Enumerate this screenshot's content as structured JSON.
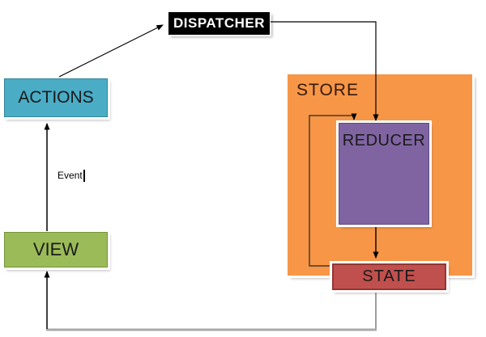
{
  "diagram": {
    "nodes": {
      "dispatcher": {
        "label": "DISPATCHER",
        "fill": "#000000",
        "text_color": "#ffffff"
      },
      "actions": {
        "label": "ACTIONS",
        "fill": "#4bacc6"
      },
      "store": {
        "label": "STORE",
        "fill": "#f79646"
      },
      "reducer": {
        "label": "REDUCER",
        "fill": "#8064a2"
      },
      "state": {
        "label": "STATE",
        "fill": "#c0504d"
      },
      "view": {
        "label": "VIEW",
        "fill": "#9bbb59"
      }
    },
    "edges": [
      {
        "from": "view",
        "to": "actions",
        "label": "Event"
      },
      {
        "from": "actions",
        "to": "dispatcher",
        "label": ""
      },
      {
        "from": "dispatcher",
        "to": "reducer",
        "label": ""
      },
      {
        "from": "state",
        "to": "reducer",
        "label": ""
      },
      {
        "from": "reducer",
        "to": "state",
        "label": ""
      },
      {
        "from": "state",
        "to": "view",
        "label": ""
      }
    ]
  }
}
